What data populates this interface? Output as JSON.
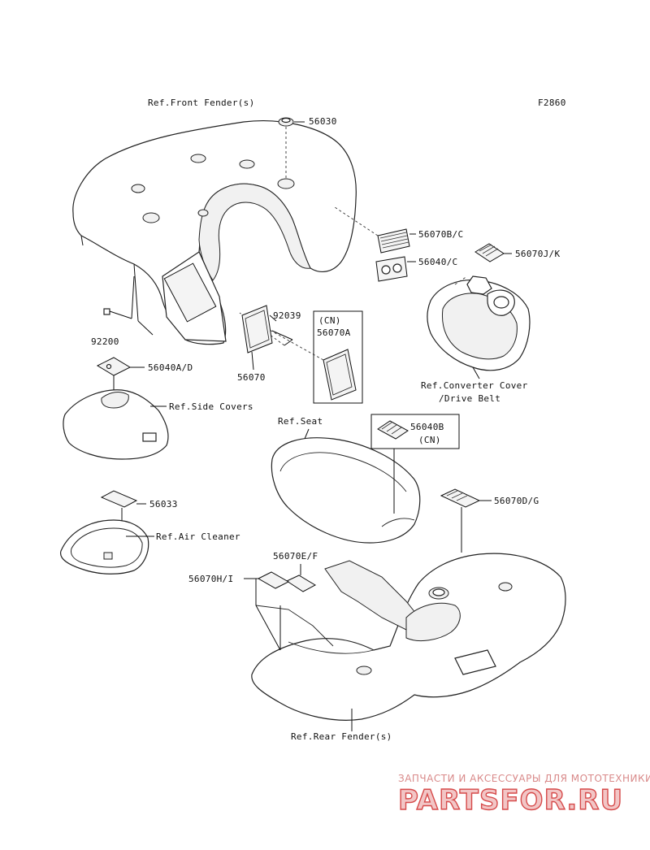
{
  "diagram": {
    "code": "F2860",
    "refs": {
      "front_fender": "Ref.Front Fender(s)",
      "side_covers": "Ref.Side Covers",
      "seat": "Ref.Seat",
      "air_cleaner": "Ref.Air Cleaner",
      "converter_line1": "Ref.Converter Cover",
      "converter_line2": "/Drive Belt",
      "rear_fender": "Ref.Rear Fender(s)"
    },
    "parts": {
      "p56030": "56030",
      "p56070bc": "56070B/C",
      "p56040c": "56040/C",
      "p56070jk": "56070J/K",
      "p92039": "92039",
      "p92200": "92200",
      "p56070": "56070",
      "cn_box_tag": "(CN)",
      "p56070a": "56070A",
      "p56040ad": "56040A/D",
      "p56040b": "56040B",
      "p56040b_tag": "(CN)",
      "p56033": "56033",
      "p56070dg": "56070D/G",
      "p56070ef": "56070E/F",
      "p56070hi": "56070H/I"
    }
  },
  "watermark": {
    "tagline": "ЗАПЧАСТИ И АКСЕССУАРЫ ДЛЯ МОТОТЕХНИКИ",
    "logo": "PARTSFOR.RU"
  }
}
